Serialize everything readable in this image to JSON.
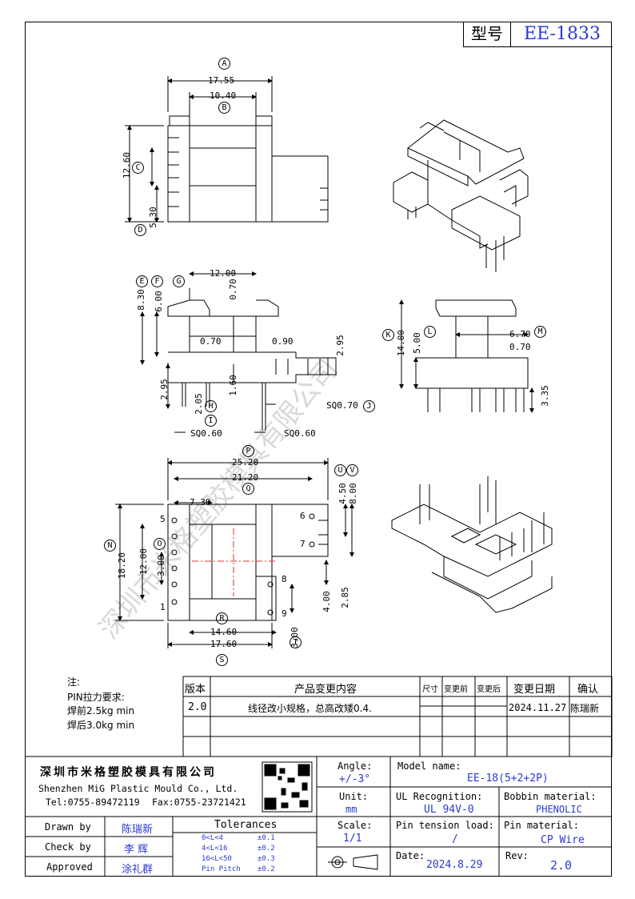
{
  "model": {
    "label": "型号",
    "value": "EE-1833"
  },
  "top_view": {
    "dims": {
      "A": "17.55",
      "B": "10.40",
      "C": "12.60",
      "D": "5.30"
    },
    "circle_labels": [
      "A",
      "B",
      "C",
      "D"
    ]
  },
  "front_view": {
    "dims": {
      "G": "12.00",
      "gap": "0.70",
      "E": "8.30",
      "F": "6.00",
      "left_w": "0.70",
      "right_w": "0.90",
      "h295a": "2.95",
      "h295b": "2.95",
      "h205": "2.05",
      "h160": "1.60",
      "pin_sq_h": "SQ0.70",
      "pin_sq_i": "SQ0.60",
      "pin_sq_j": "SQ0.60"
    },
    "circle_labels": [
      "E",
      "F",
      "G",
      "H",
      "I",
      "J"
    ]
  },
  "side_view": {
    "dims": {
      "K": "14.00",
      "L": "5.00",
      "M": "6.70",
      "w070": "0.70",
      "h335": "3.35"
    },
    "circle_labels": [
      "K",
      "L",
      "M"
    ]
  },
  "bottom_view": {
    "dims": {
      "P": "25.20",
      "Q": "21.20",
      "w730": "7.30",
      "N": "18.20",
      "O": "12.00",
      "h300": "3.00",
      "U": "4.50",
      "V": "8.00",
      "h400": "4.00",
      "h285": "2.85",
      "h300b": "3.00",
      "R": "14.60",
      "S": "17.60"
    },
    "pins": [
      "5",
      "6",
      "7",
      "8",
      "9",
      "1"
    ],
    "circle_labels": [
      "N",
      "O",
      "P",
      "Q",
      "R",
      "S",
      "T",
      "U",
      "V"
    ]
  },
  "notes": {
    "head": "注:",
    "l1": "PIN拉力要求:",
    "l2": "焊前2.5kg min",
    "l3": "焊后3.0kg min"
  },
  "rev_table": {
    "headers": [
      "版本",
      "产品变更内容",
      "尺寸",
      "变更前",
      "变更后",
      "变更日期",
      "确认"
    ],
    "rows": [
      [
        "2.0",
        "线径改小规格，总高改矮0.4.",
        "",
        "",
        "",
        "2024.11.27",
        "陈瑞新"
      ]
    ]
  },
  "title_block": {
    "company_cn": "深圳市米格塑胶模具有限公司",
    "company_en": "Shenzhen MiG Plastic Mould Co., Ltd.",
    "tel": "Tel:0755-89472119",
    "fax": "Fax:0755-23721421",
    "angle_label": "Angle:",
    "angle_val": "+/-3°",
    "unit_label": "Unit:",
    "unit_val": "mm",
    "scale_label": "Scale:",
    "scale_val": "1/1",
    "model_name_label": "Model name:",
    "model_name_val": "EE-18(5+2+2P)",
    "ul_label": "UL Recognition:",
    "ul_val": "UL 94V-0",
    "bobbin_label": "Bobbin material:",
    "bobbin_val": "PHENOLIC",
    "pin_tension_label": "Pin tension load:",
    "pin_tension_val": "/",
    "pin_material_label": "Pin material:",
    "pin_material_val": "CP Wire",
    "date_label": "Date:",
    "date_val": "2024.8.29",
    "rev_label": "Rev:",
    "rev_val": "2.0",
    "drawn_label": "Drawn by",
    "drawn_val": "陈瑞新",
    "check_label": "Check by",
    "check_val": "李 辉",
    "approved_label": "Approved",
    "approved_val": "涂礼群",
    "tol_title": "Tolerances",
    "tol": [
      [
        "0<L<4",
        "±0.1"
      ],
      [
        "4<L<16",
        "±0.2"
      ],
      [
        "16<L<50",
        "±0.3"
      ],
      [
        "Pin Pitch",
        "±0.2"
      ]
    ]
  },
  "watermark": "深圳市米格塑胶模具有限公司",
  "colors": {
    "accent": "#2a3ad0",
    "centerline": "#e0302a"
  }
}
